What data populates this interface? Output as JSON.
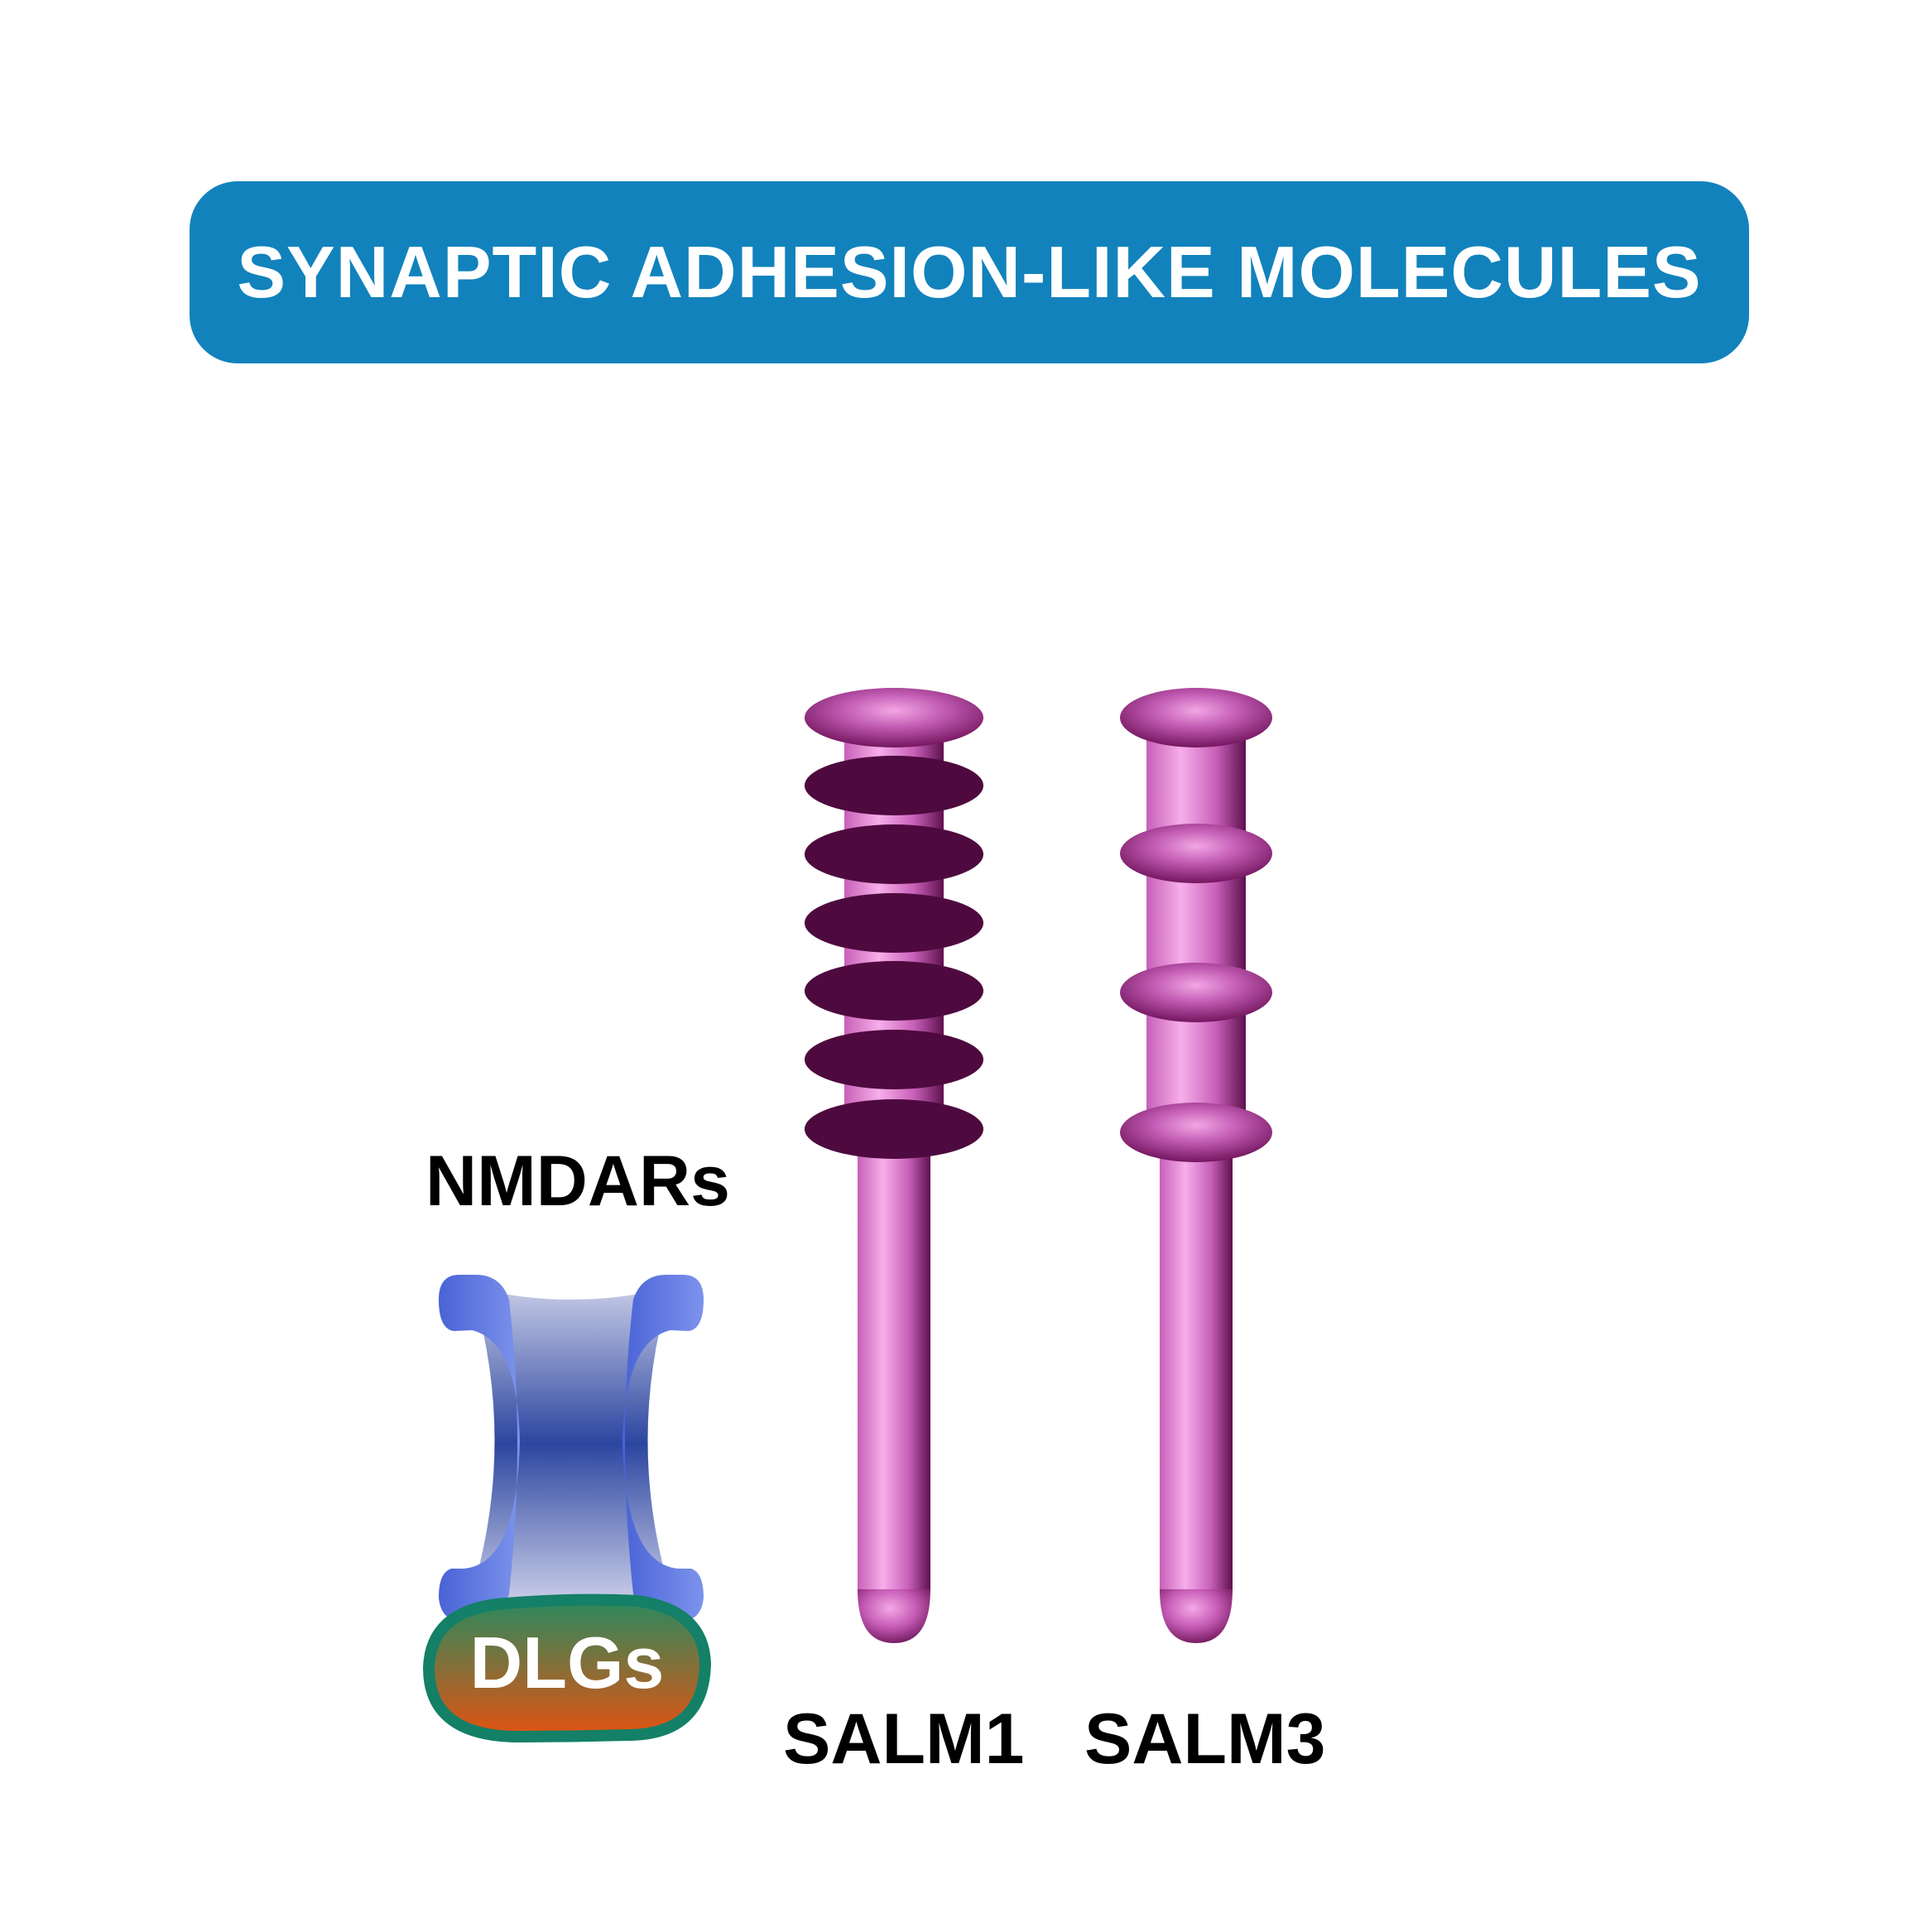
{
  "title": {
    "text": "SYNAPTIC ADHESION-LIKE MOLECULES"
  },
  "labels": {
    "nmdar": "NMDARs",
    "dlg": "DLGs",
    "salm1": "SALM1",
    "salm3": "SALM3"
  },
  "colors": {
    "banner": "#1282bd",
    "salm_light": "#f5a6e6",
    "salm_mid": "#c760b8",
    "salm_dark": "#5e0f4d",
    "salm1_domain_dark": "#4e0a3e",
    "nmdar_light": "#6f86e6",
    "nmdar_dark": "#2c46a0",
    "dlg_border": "#138067",
    "dlg_orange": "#e0520f",
    "dlg_green": "#2a8a5f"
  }
}
